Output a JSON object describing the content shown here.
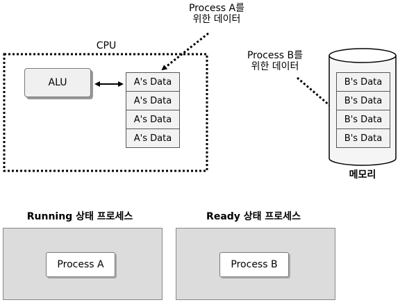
{
  "cpu": {
    "label": "CPU",
    "alu_label": "ALU",
    "register_cells": [
      "A's Data",
      "A's Data",
      "A's Data",
      "A's Data"
    ]
  },
  "process_a_note": {
    "line1": "Process A를",
    "line2": "위한 데이터"
  },
  "process_b_note": {
    "line1": "Process B를",
    "line2": "위한 데이터"
  },
  "memory": {
    "label": "메모리",
    "cells": [
      "B's Data",
      "B's Data",
      "B's Data",
      "B's Data"
    ]
  },
  "running_panel": {
    "title": "Running 상태 프로세스",
    "process_label": "Process A"
  },
  "ready_panel": {
    "title": "Ready 상태 프로세스",
    "process_label": "Process B"
  }
}
